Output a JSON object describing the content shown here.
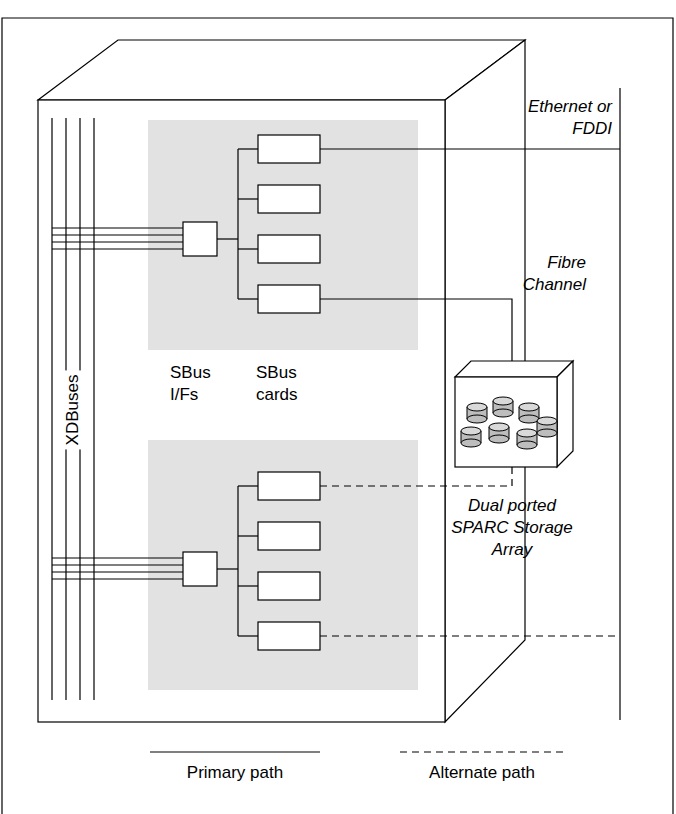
{
  "diagram": {
    "nodes": [
      {
        "text": [
          "Dual ported SPARC Storage Array"
        ]
      }
    ],
    "labels": [
      "Ethernet or FDDI",
      "Fibre Channel",
      "SBus I/Fs",
      "SBus cards",
      "XDBuses"
    ],
    "legend": [
      {
        "text": "Primary path"
      },
      {
        "text": "Alternate path"
      }
    ]
  }
}
